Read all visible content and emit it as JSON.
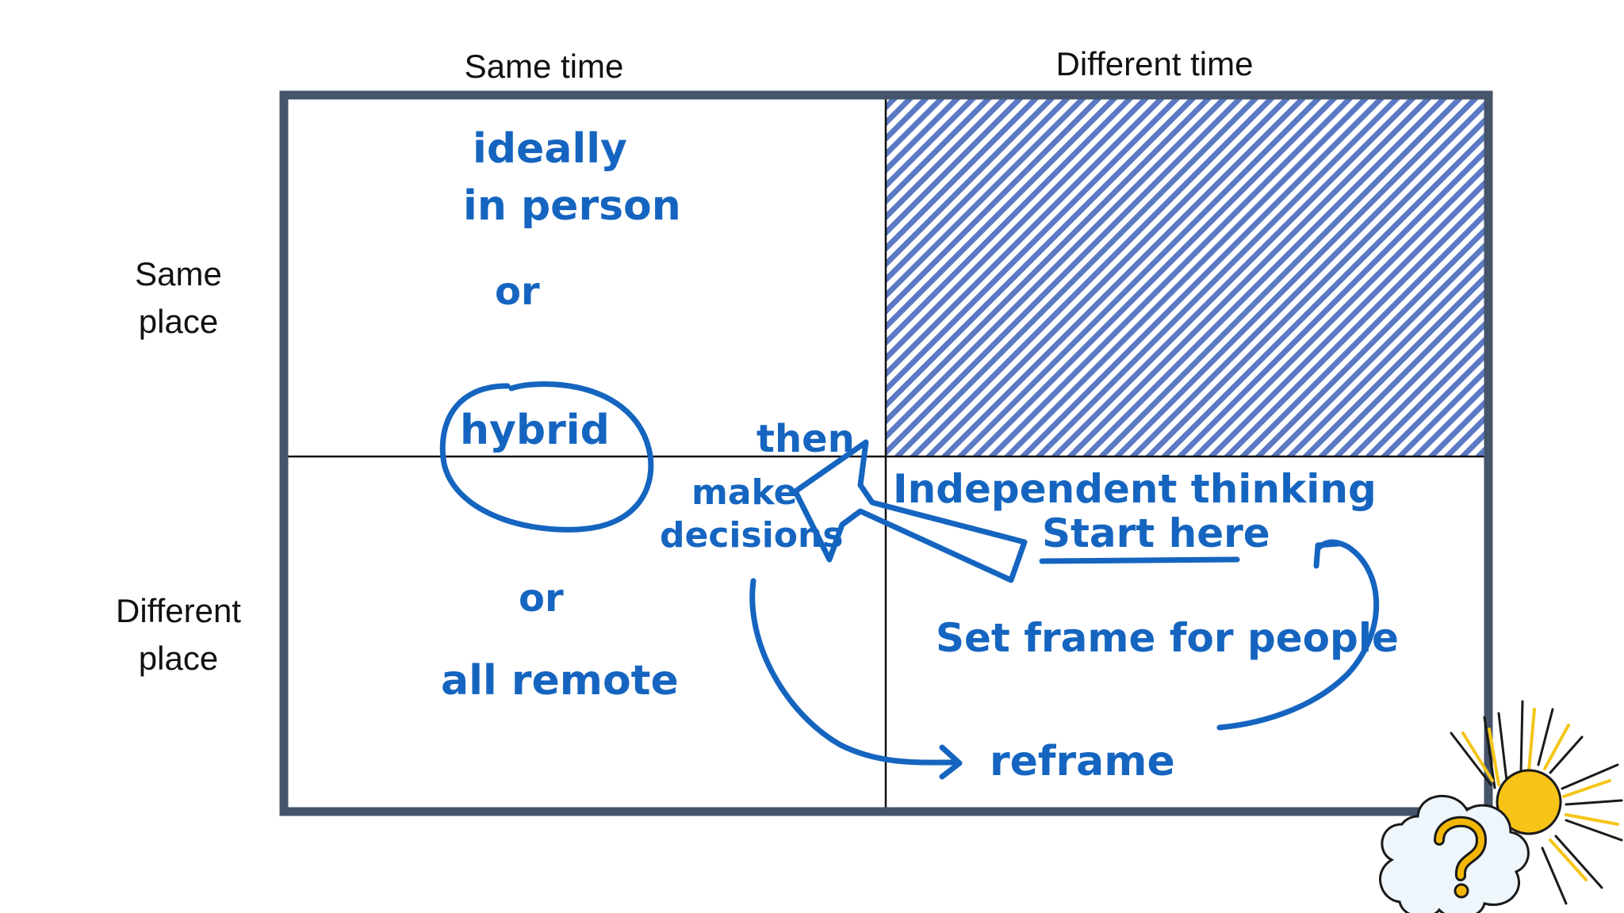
{
  "axes": {
    "columns": [
      "Same time",
      "Different time"
    ],
    "rows": [
      [
        "Same",
        "place"
      ],
      [
        "Different",
        "place"
      ]
    ]
  },
  "annotations": {
    "ideally": "ideally",
    "in_person": "in person",
    "or_1": "or",
    "hybrid": "hybrid",
    "or_2": "or",
    "all_remote": "all remote",
    "then": "then",
    "make": "make",
    "decisions": "decisions",
    "independent_thinking": "Independent thinking",
    "start_here": "Start here",
    "set_frame": "Set frame for people",
    "reframe": "reframe"
  },
  "colors": {
    "ink": "#1565c0",
    "frame": "#45546a",
    "hatch": "#5b79c4",
    "sun": "#f5c518",
    "question": "#f2b705"
  },
  "icons": {
    "mascot": "cloud-question-sun-icon"
  }
}
